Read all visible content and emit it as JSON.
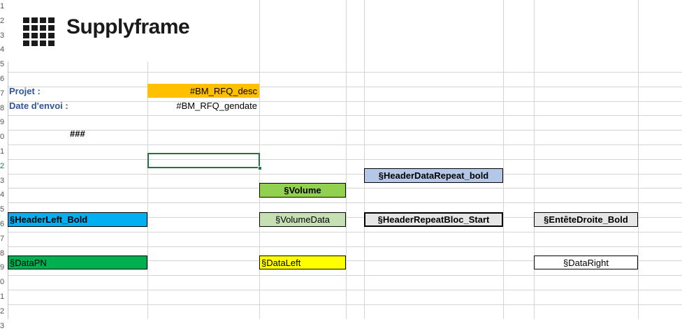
{
  "logo": {
    "text": "Supplyframe",
    "icon": "grid-logo-icon"
  },
  "row_numbers": [
    "1",
    "2",
    "3",
    "4",
    "5",
    "6",
    "7",
    "8",
    "9",
    "0",
    "1",
    "2",
    "3",
    "4",
    "5",
    "6",
    "7",
    "8",
    "9",
    "0",
    "1",
    "2",
    "3"
  ],
  "active_row_index": 11,
  "cells": {
    "projet_label": "Projet :",
    "projet_value": "#BM_RFQ_desc",
    "date_label": "Date d'envoi :",
    "date_value": "#BM_RFQ_gendate",
    "hash_marks": "###",
    "header_data_repeat": "§HeaderDataRepeat_bold",
    "volume": "§Volume",
    "header_left": "§HeaderLeft_Bold",
    "volume_data": "§VolumeData",
    "header_repeat_bloc": "§HeaderRepeatBloc_Start",
    "entete_droite": "§EntêteDroite_Bold",
    "data_pn": "§DataPN",
    "data_left": "§DataLeft",
    "data_right": "§DataRight"
  },
  "colors": {
    "orange": "#ffc000",
    "lavender": "#b4c7e7",
    "green_light": "#92d050",
    "blue": "#00b0f0",
    "green_pale": "#c6e0b4",
    "gray_pale": "#e7e6e6",
    "green_dark": "#00b050",
    "yellow": "#ffff00",
    "label_blue": "#2f5597",
    "selection_green": "#217346"
  }
}
